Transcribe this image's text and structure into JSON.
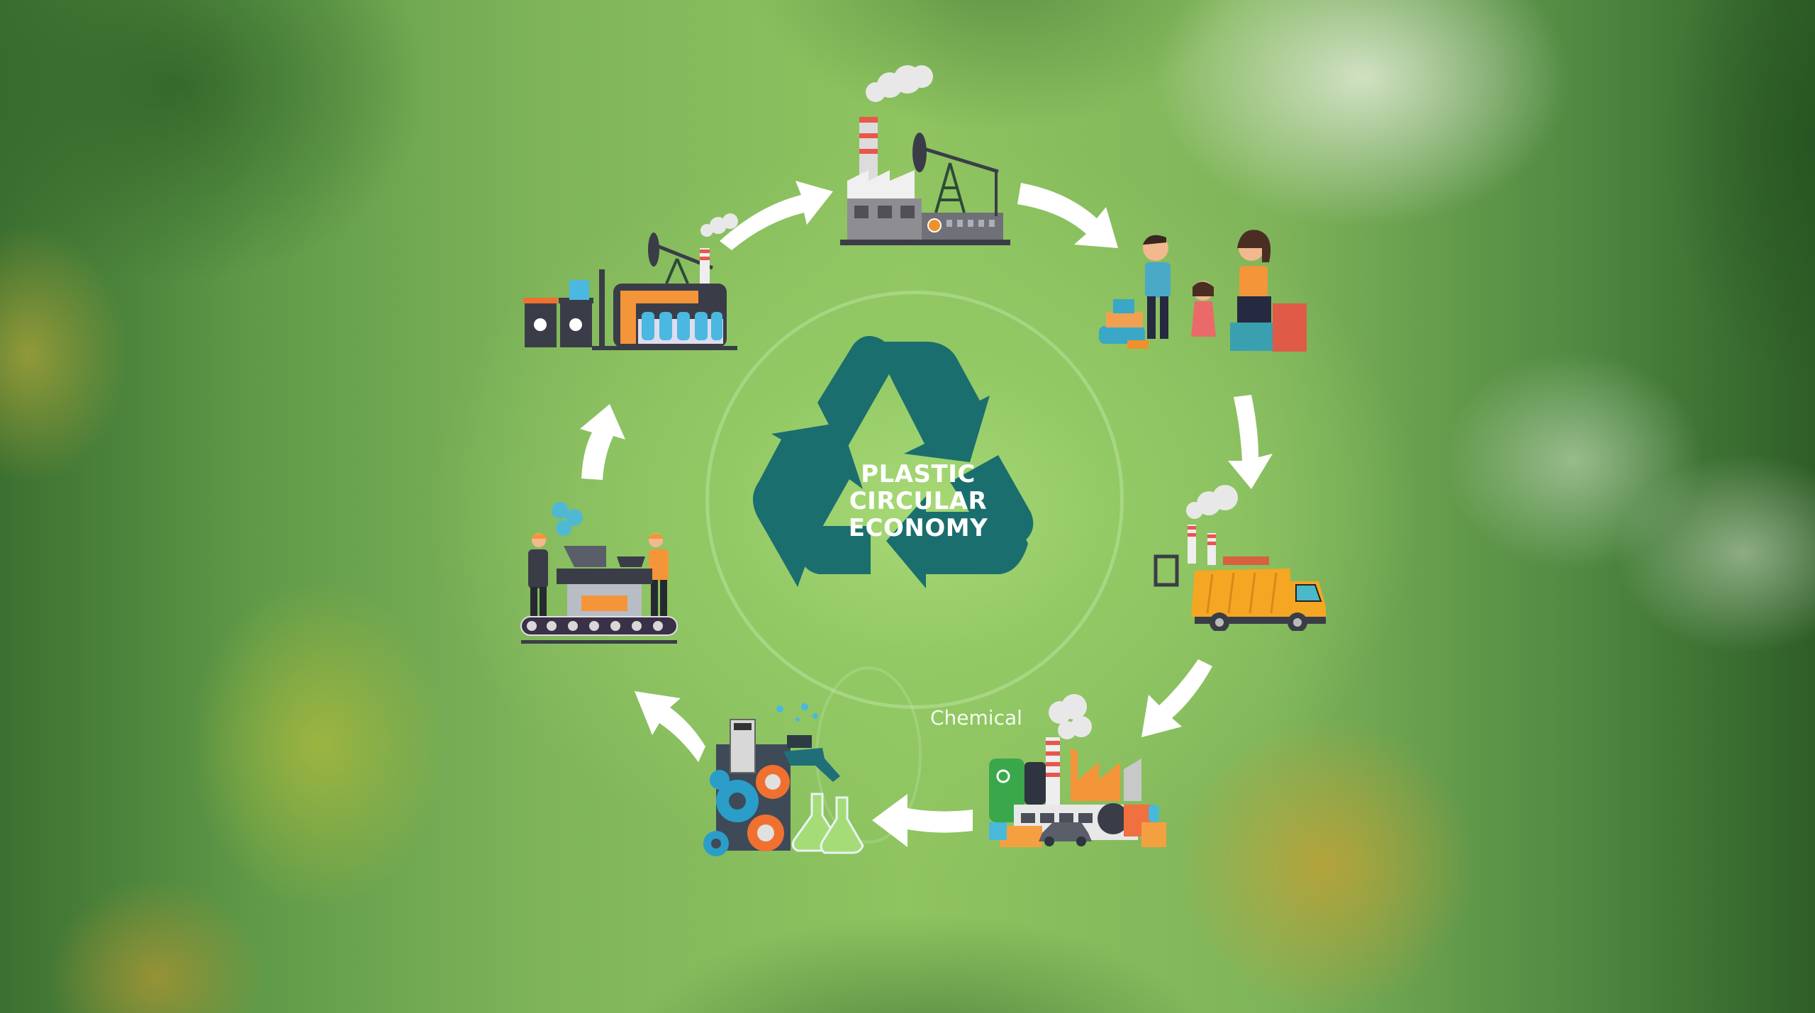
{
  "diagram": {
    "title_lines": [
      "PLASTIC",
      "CIRCULAR",
      "ECONOMY"
    ],
    "center_icon": "recycle-icon",
    "colors": {
      "recycle_symbol": "#1b6e6e",
      "arrows": "#ffffff",
      "background_center": "#a5d874",
      "background_edge": "#2f5e27",
      "title_text": "#ffffff"
    },
    "stages": [
      {
        "id": "oil-extraction-factory",
        "icon": "factory-oil-pump-icon",
        "position": "top"
      },
      {
        "id": "consumers",
        "icon": "family-shopping-icon",
        "position": "top-right"
      },
      {
        "id": "waste-collection",
        "icon": "garbage-truck-icon",
        "position": "right"
      },
      {
        "id": "chemical-recycling-plant",
        "icon": "chemical-factory-icon",
        "position": "bottom-right",
        "label": "Chemical"
      },
      {
        "id": "chemical-processing",
        "icon": "gears-flasks-icon",
        "position": "bottom-left"
      },
      {
        "id": "sorting-conveyor",
        "icon": "workers-conveyor-icon",
        "position": "left"
      },
      {
        "id": "plastic-production",
        "icon": "bins-oil-plant-bottles-icon",
        "position": "top-left"
      }
    ],
    "arrows": [
      {
        "from": "plastic-production",
        "to": "oil-extraction-factory"
      },
      {
        "from": "oil-extraction-factory",
        "to": "consumers"
      },
      {
        "from": "consumers",
        "to": "waste-collection"
      },
      {
        "from": "waste-collection",
        "to": "chemical-recycling-plant"
      },
      {
        "from": "chemical-recycling-plant",
        "to": "chemical-processing"
      },
      {
        "from": "chemical-processing",
        "to": "sorting-conveyor"
      },
      {
        "from": "sorting-conveyor",
        "to": "plastic-production"
      }
    ]
  }
}
